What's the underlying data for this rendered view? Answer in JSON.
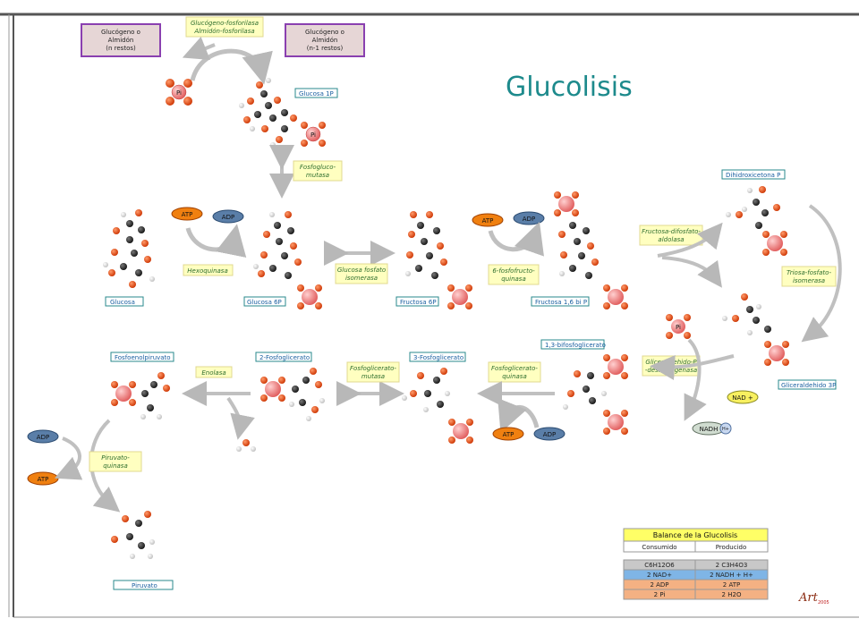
{
  "title": "Glucolisis",
  "metabolites": {
    "glycogen_n": "Glucógeno o Almidón (n restos)",
    "glycogen_n1": "Glucógeno o Almidón (n-1 restos)",
    "glucosa_1p": "Glucosa 1P",
    "glucosa": "Glucosa",
    "glucosa_6p": "Glucosa 6P",
    "fructosa_6p": "Fructosa 6P",
    "fructosa_16": "Fructosa 1,6 bi P",
    "dihidroxiacetona": "Dihidroxicetona P",
    "gliceraldehido": "Gliceraldehido 3P",
    "bifosfoglicerato": "1,3-bifosfoglicerato",
    "fosfoglicerato3": "3-Fosfoglicerato",
    "fosfoglicerato2": "2-Fosfoglicerato",
    "fosfoenolpiruvato": "Fosfoenolpiruvato",
    "piruvato": "Piruvato"
  },
  "enzymes": {
    "fosforilasa_1": "Glucógeno-fosforilasa",
    "fosforilasa_2": "Almidón-fosforilasa",
    "fosfogluco_1": "Fosfogluco-",
    "fosfogluco_2": "mutasa",
    "hexoquinasa": "Hexoquinasa",
    "isomerasa_1": "Glucosa fosfato",
    "isomerasa_2": "isomerasa",
    "pfk_1": "6-fosfofructo-",
    "pfk_2": "quinasa",
    "aldolasa_1": "Fructosa-difosfato-",
    "aldolasa_2": "aldolasa",
    "triosa_1": "Triosa-fosfato-",
    "triosa_2": "isomerasa",
    "gapdh_1": "Gliceraldehido-P",
    "gapdh_2": "-deshidrogenasa",
    "pgk_1": "Fosfoglicerato-",
    "pgk_2": "quinasa",
    "pgm_1": "Fosfoglicerato-",
    "pgm_2": "mutasa",
    "enolasa": "Enolasa",
    "piruvato_q_1": "Piruvato-",
    "piruvato_q_2": "quinasa"
  },
  "cofactors": {
    "atp": "ATP",
    "adp": "ADP",
    "pi": "Pi",
    "nad": "NAD +",
    "nadh": "NADH",
    "h_plus": "H+"
  },
  "balance": {
    "title": "Balance de la Glucolisis",
    "col_consumed": "Consumido",
    "col_produced": "Producido",
    "rows": [
      {
        "consumed": "C6H12O6",
        "produced": "2 C3H4O3",
        "color": "#c8c8c8"
      },
      {
        "consumed": "2 NAD+",
        "produced": "2 NADH + H+",
        "color": "#7fb5e6"
      },
      {
        "consumed": "2 ADP",
        "produced": "2 ATP",
        "color": "#f4b183"
      },
      {
        "consumed": "2 Pi",
        "produced": "2 H2O",
        "color": "#f4b183"
      }
    ]
  },
  "logo": {
    "text": "Art",
    "year": "2005"
  },
  "colors": {
    "title": "#1d8a8c",
    "label_border": "#2a8a8c",
    "enzyme_fill": "#ffffc0",
    "phosphate": "#ee7777",
    "oxygen": "#e04a1a",
    "carbon": "#222222",
    "hydrogen": "#f2f2f2",
    "atp_fill": "#f08010",
    "adp_fill": "#5a7ea8",
    "nad_fill": "#f8f060",
    "glycogen_box": "#e6d6d6",
    "glycogen_border": "#8a40b0"
  }
}
